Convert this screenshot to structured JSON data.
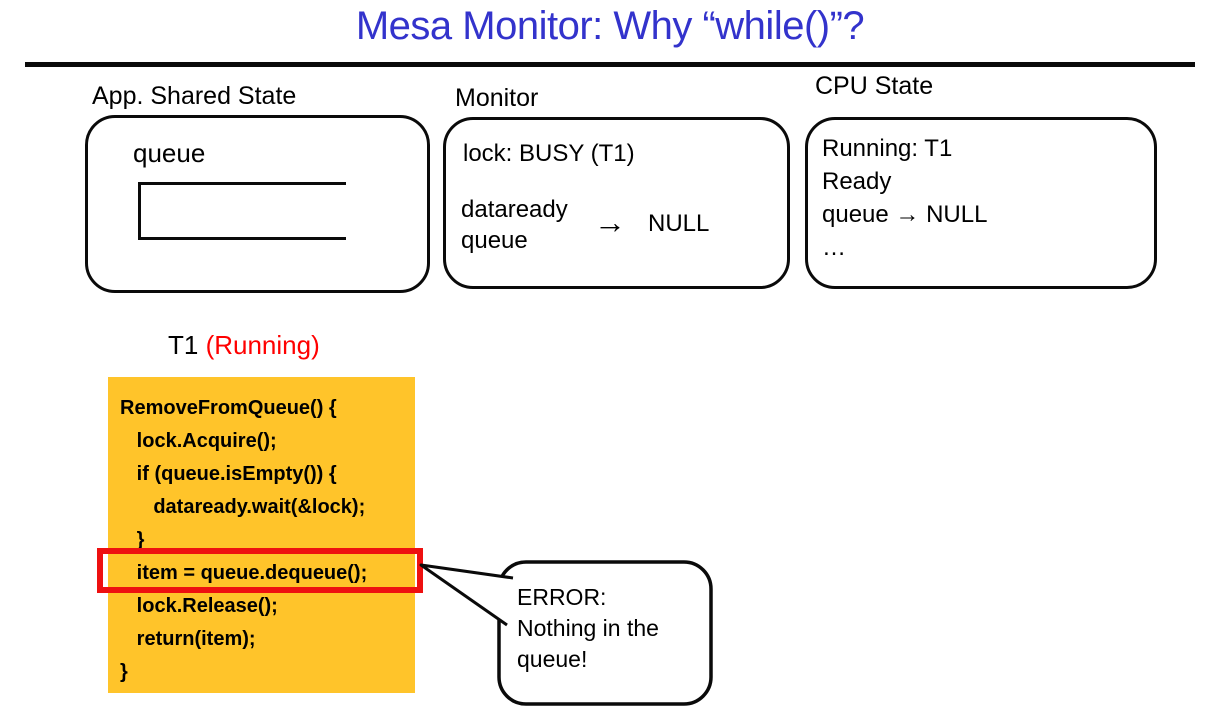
{
  "title": "Mesa Monitor: Why “while()”?",
  "colors": {
    "title_blue": "#3333CC",
    "running_red": "#FF0000",
    "code_bg": "#FFC42A",
    "highlight_red": "#EE1010"
  },
  "boxes": {
    "app_shared_state": {
      "label": "App. Shared State",
      "queue_label": "queue"
    },
    "monitor": {
      "label": "Monitor",
      "lock_line": "lock: BUSY (T1)",
      "cv_name": "dataready",
      "queue_name": "queue",
      "arrow": "→",
      "null_label": "NULL"
    },
    "cpu_state": {
      "label": "CPU State",
      "lines": [
        "Running: T1",
        "Ready",
        "queue → NULL",
        "…"
      ]
    }
  },
  "thread": {
    "prefix": "T1 ",
    "status": "(Running)"
  },
  "code": {
    "lines": [
      "RemoveFromQueue() {",
      "   lock.Acquire();",
      "   if (queue.isEmpty()) {",
      "      dataready.wait(&lock);",
      "   }",
      "   item = queue.dequeue();",
      "   lock.Release();",
      "   return(item);",
      "}"
    ],
    "highlight_index": 5
  },
  "callout": {
    "lines": [
      "ERROR:",
      "Nothing in the",
      "queue!"
    ]
  }
}
